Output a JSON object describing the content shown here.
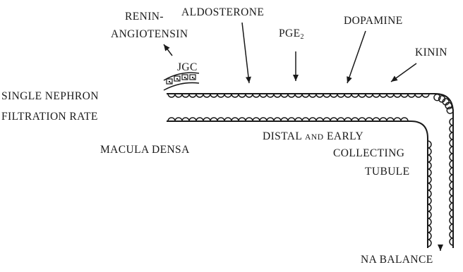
{
  "labels": {
    "renin_line1": "RENIN-",
    "renin_line2": "ANGIOTENSIN",
    "jgc": "JGC",
    "aldosterone": "ALDOSTERONE",
    "pge_base": "PGE",
    "pge_sub": "2",
    "dopamine": "DOPAMINE",
    "kinin": "KININ",
    "snfr_line1": "SINGLE NEPHRON",
    "snfr_line2": "FILTRATION RATE",
    "macula_densa": "MACULA DENSA",
    "distal_1a": "DISTAL",
    "distal_1b": "AND",
    "distal_1c": "EARLY",
    "distal_2": "COLLECTING",
    "distal_3": "TUBULE",
    "na_balance": "NA BALANCE"
  },
  "colors": {
    "ink": "#1a1a1a",
    "background": "#ffffff"
  }
}
